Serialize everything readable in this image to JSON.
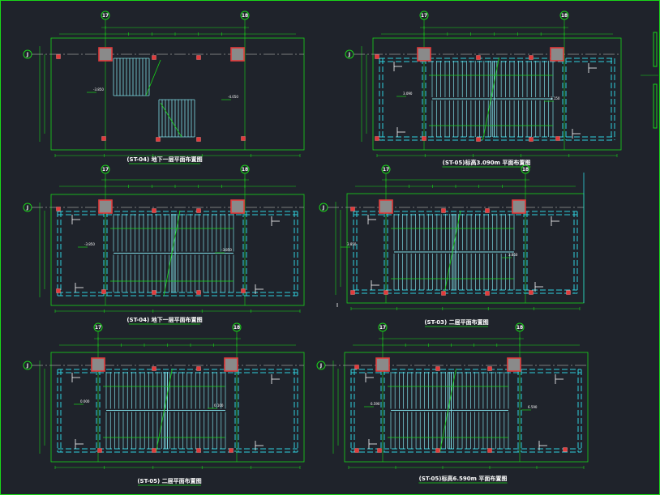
{
  "colors": {
    "background": "#1f232b",
    "frame": "#19d619",
    "wall": "#2fd2df",
    "column": "#e23b3b",
    "stair": "#7fdde6",
    "dimension": "#19d619",
    "centerline": "#9a9a9a",
    "text": "#ffffff"
  },
  "plans": [
    {
      "caption": "(ST-04) 地下一层平面布置图",
      "axis_left": "17",
      "axis_right": "18",
      "axis_row": "J",
      "levels": [
        "-3.850",
        "-4.050"
      ]
    },
    {
      "caption": "(ST-05)标高3.090m 平面布置图",
      "axis_left": "17",
      "axis_right": "18",
      "axis_row": "J",
      "levels": [
        "3.090",
        "3.150"
      ]
    },
    {
      "caption": "(ST-04) 地下一层平面布置图",
      "axis_left": "17",
      "axis_right": "18",
      "axis_row": "J",
      "levels": [
        "-3.850",
        "-3.850"
      ]
    },
    {
      "caption": "(ST-03) 二层平面布置图",
      "axis_left": "17",
      "axis_right": "18",
      "axis_row": "J",
      "levels": [
        "3.850",
        "3.850"
      ]
    },
    {
      "caption": "(ST-05) 二层平面布置图",
      "axis_left": "17",
      "axis_right": "18",
      "axis_row": "J",
      "levels": [
        "0.000",
        "0.100"
      ]
    },
    {
      "caption": "(ST-05)标高6.590m 平面布置图",
      "axis_left": "17",
      "axis_right": "18",
      "axis_row": "J",
      "levels": [
        "6.590",
        "6.590"
      ]
    }
  ]
}
